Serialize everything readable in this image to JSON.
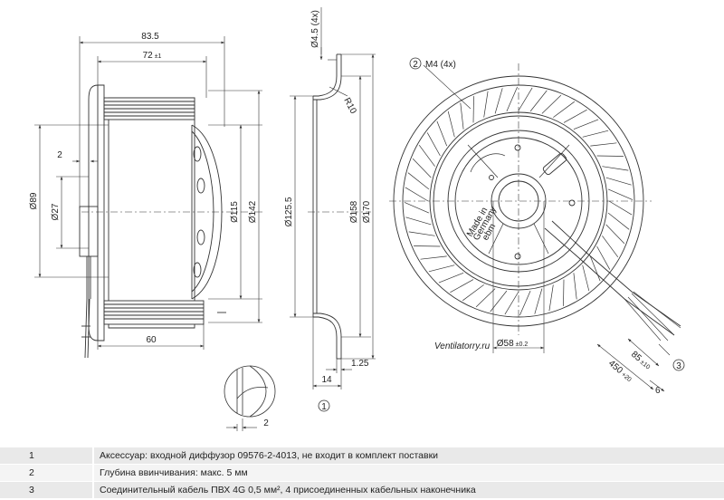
{
  "watermark": "Ventilatorry.ru",
  "side_view": {
    "dim_total_width": "83.5",
    "dim_body_width": "72",
    "dim_body_tol": "±1",
    "dim_base_width": "60",
    "dim_offset": "2",
    "dim_d89": "Ø89",
    "dim_d27": "Ø27",
    "dim_d115": "Ø115",
    "dim_d142": "Ø142",
    "detail_dim": "2"
  },
  "section_view": {
    "dim_hole": "Ø4.5 (4x)",
    "dim_radius": "R10",
    "dim_d125": "Ø125.5",
    "dim_d158": "Ø158",
    "dim_d170": "Ø170",
    "dim_14": "14",
    "dim_125": "1.25",
    "callout_1": "1"
  },
  "front_view": {
    "callout_2": "2",
    "thread": "M4 (4x)",
    "dim_d58": "Ø58",
    "dim_d58_tol": "±0.2",
    "dim_85": "85",
    "dim_85_tol": "±10",
    "dim_450": "450",
    "dim_450_tol": "+20",
    "dim_6": "6",
    "callout_3": "3",
    "label_lines": [
      "Made in",
      "Germany",
      "ebm"
    ]
  },
  "notes": [
    {
      "num": "1",
      "text": "Аксессуар: входной диффузор 09576-2-4013, не входит в комплект поставки"
    },
    {
      "num": "2",
      "text": "Глубина ввинчивания: макс. 5 мм"
    },
    {
      "num": "3",
      "text": "Соединительный кабель ПВХ 4G 0,5 мм², 4 присоединенных кабельных наконечника"
    }
  ]
}
